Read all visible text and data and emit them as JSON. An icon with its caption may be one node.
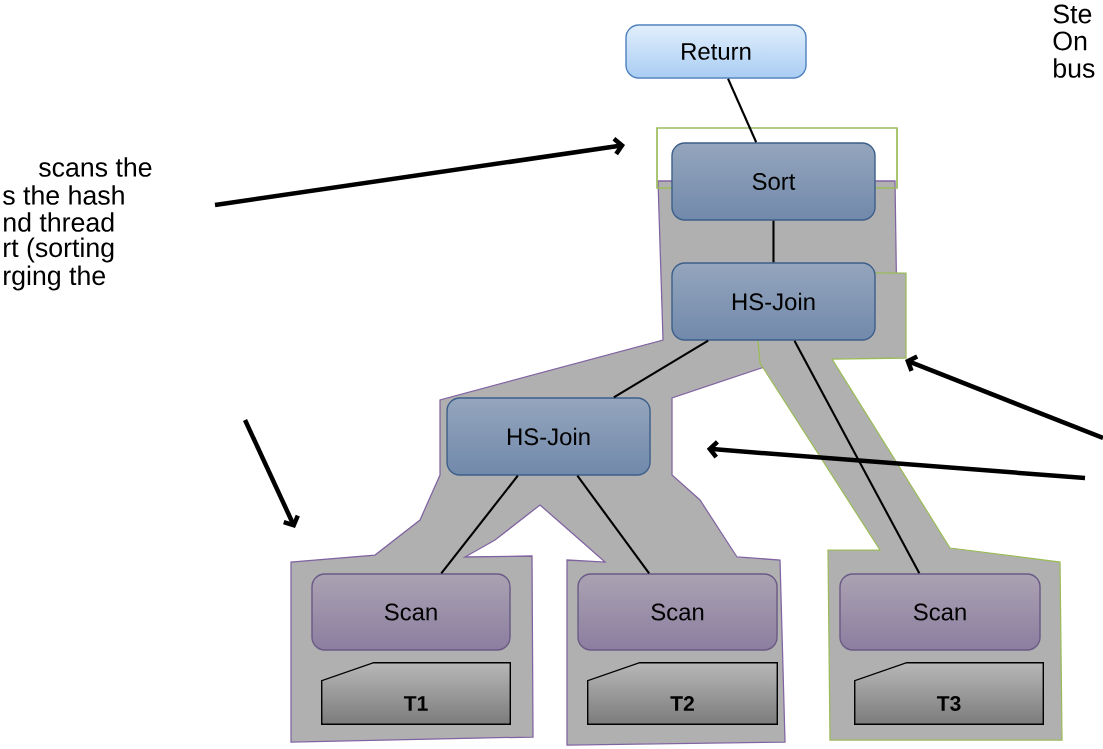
{
  "diagram": {
    "nodes": [
      {
        "text": [
          "Return"
        ]
      },
      {
        "text": [
          "Sort"
        ]
      },
      {
        "text": [
          "HS-Join"
        ]
      },
      {
        "text": [
          "HS-Join"
        ]
      },
      {
        "text": [
          "Scan"
        ]
      },
      {
        "text": [
          "T1"
        ]
      },
      {
        "text": [
          "Scan"
        ]
      },
      {
        "text": [
          "T2"
        ]
      },
      {
        "text": [
          "Scan"
        ]
      },
      {
        "text": [
          "T3"
        ]
      }
    ],
    "edges": [
      {
        "from": 0,
        "to": 1,
        "arrow": "none"
      },
      {
        "from": 1,
        "to": 2,
        "arrow": "none"
      },
      {
        "from": 2,
        "to": 3,
        "arrow": "none"
      },
      {
        "from": 2,
        "to": 8,
        "arrow": "none"
      },
      {
        "from": 3,
        "to": 4,
        "arrow": "none"
      },
      {
        "from": 3,
        "to": 6,
        "arrow": "none"
      },
      {
        "from": null,
        "to": 3,
        "arrow": "to",
        "style": "thick"
      }
    ],
    "labels": [
      "scans the",
      "s the hash",
      "nd thread",
      "rt (sorting",
      "rging the",
      "Ste",
      "On",
      "bus"
    ]
  }
}
